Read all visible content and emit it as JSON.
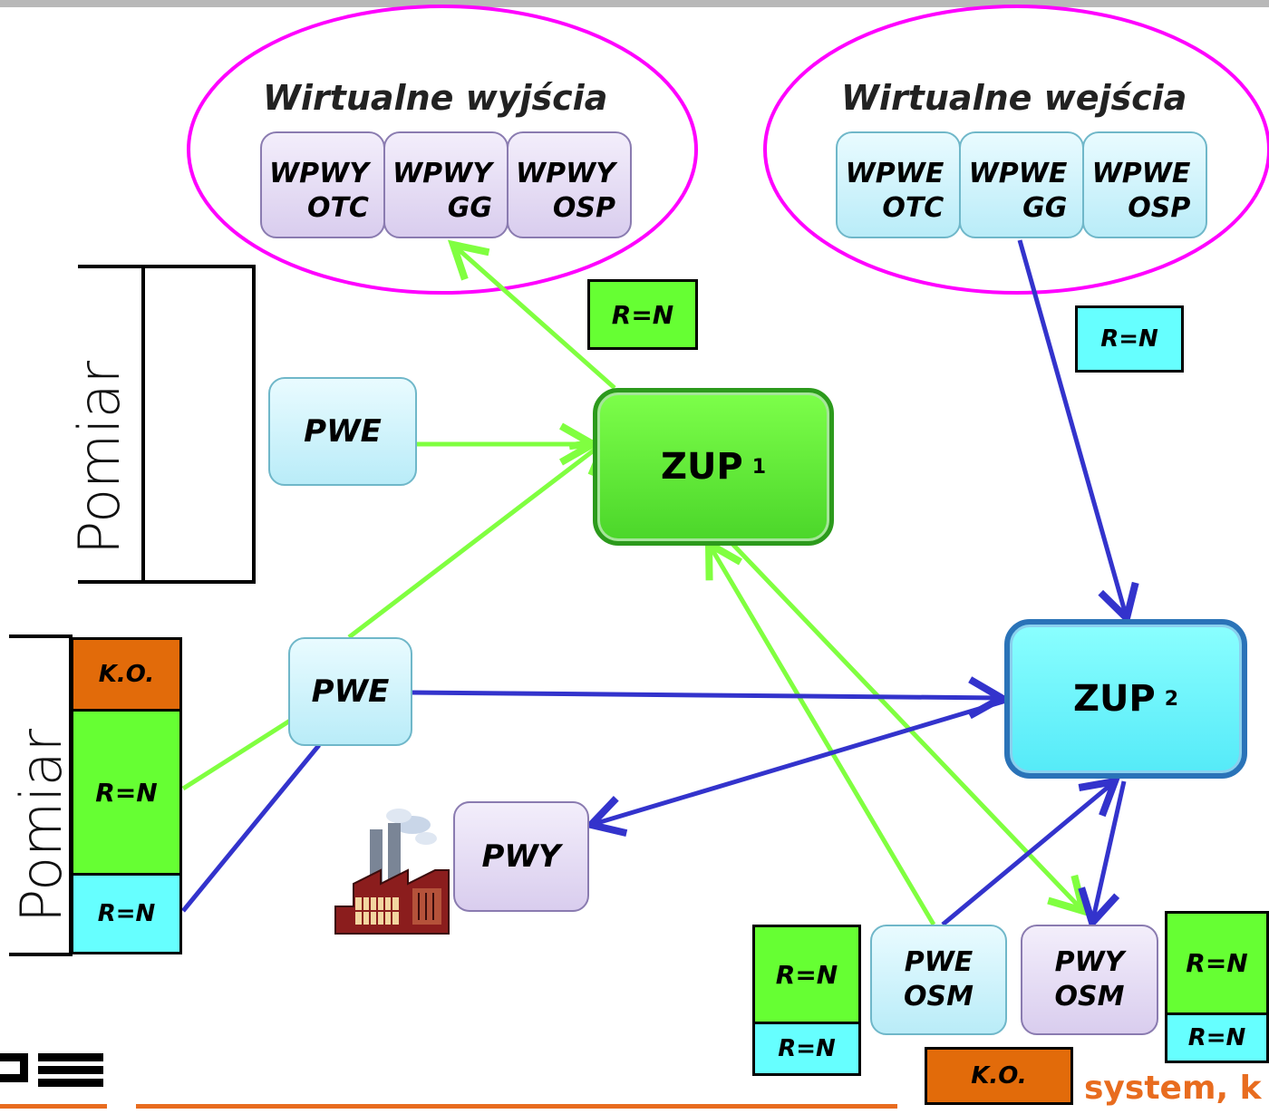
{
  "diagram": {
    "virtual_outputs": {
      "title": "Wirtualne wyjścia",
      "items": [
        {
          "line1": "WPWY",
          "line2": "OTC"
        },
        {
          "line1": "WPWY",
          "line2": "GG"
        },
        {
          "line1": "WPWY",
          "line2": "OSP"
        }
      ]
    },
    "virtual_inputs": {
      "title": "Wirtualne wejścia",
      "items": [
        {
          "line1": "WPWE",
          "line2": "OTC"
        },
        {
          "line1": "WPWE",
          "line2": "GG"
        },
        {
          "line1": "WPWE",
          "line2": "OSP"
        }
      ]
    },
    "zup1": {
      "label": "ZUP",
      "sub": "1"
    },
    "zup2": {
      "label": "ZUP",
      "sub": "2"
    },
    "pomiar_label": "Pomiar",
    "pwe_top": "PWE",
    "pwe_mid": "PWE",
    "pwy": "PWY",
    "pwe_osm": {
      "line1": "PWE",
      "line2": "OSM"
    },
    "pwy_osm": {
      "line1": "PWY",
      "line2": "OSM"
    },
    "rn": "R=N",
    "ko": "K.O.",
    "footer_text": "system, k",
    "colors": {
      "green": "#66ff33",
      "cyan": "#66ffff",
      "orange": "#e26b0a",
      "blue_arrow": "#3333cc",
      "green_arrow": "#80ff40",
      "magenta": "#ff00ff",
      "footer_orange": "#e86c1f"
    }
  }
}
